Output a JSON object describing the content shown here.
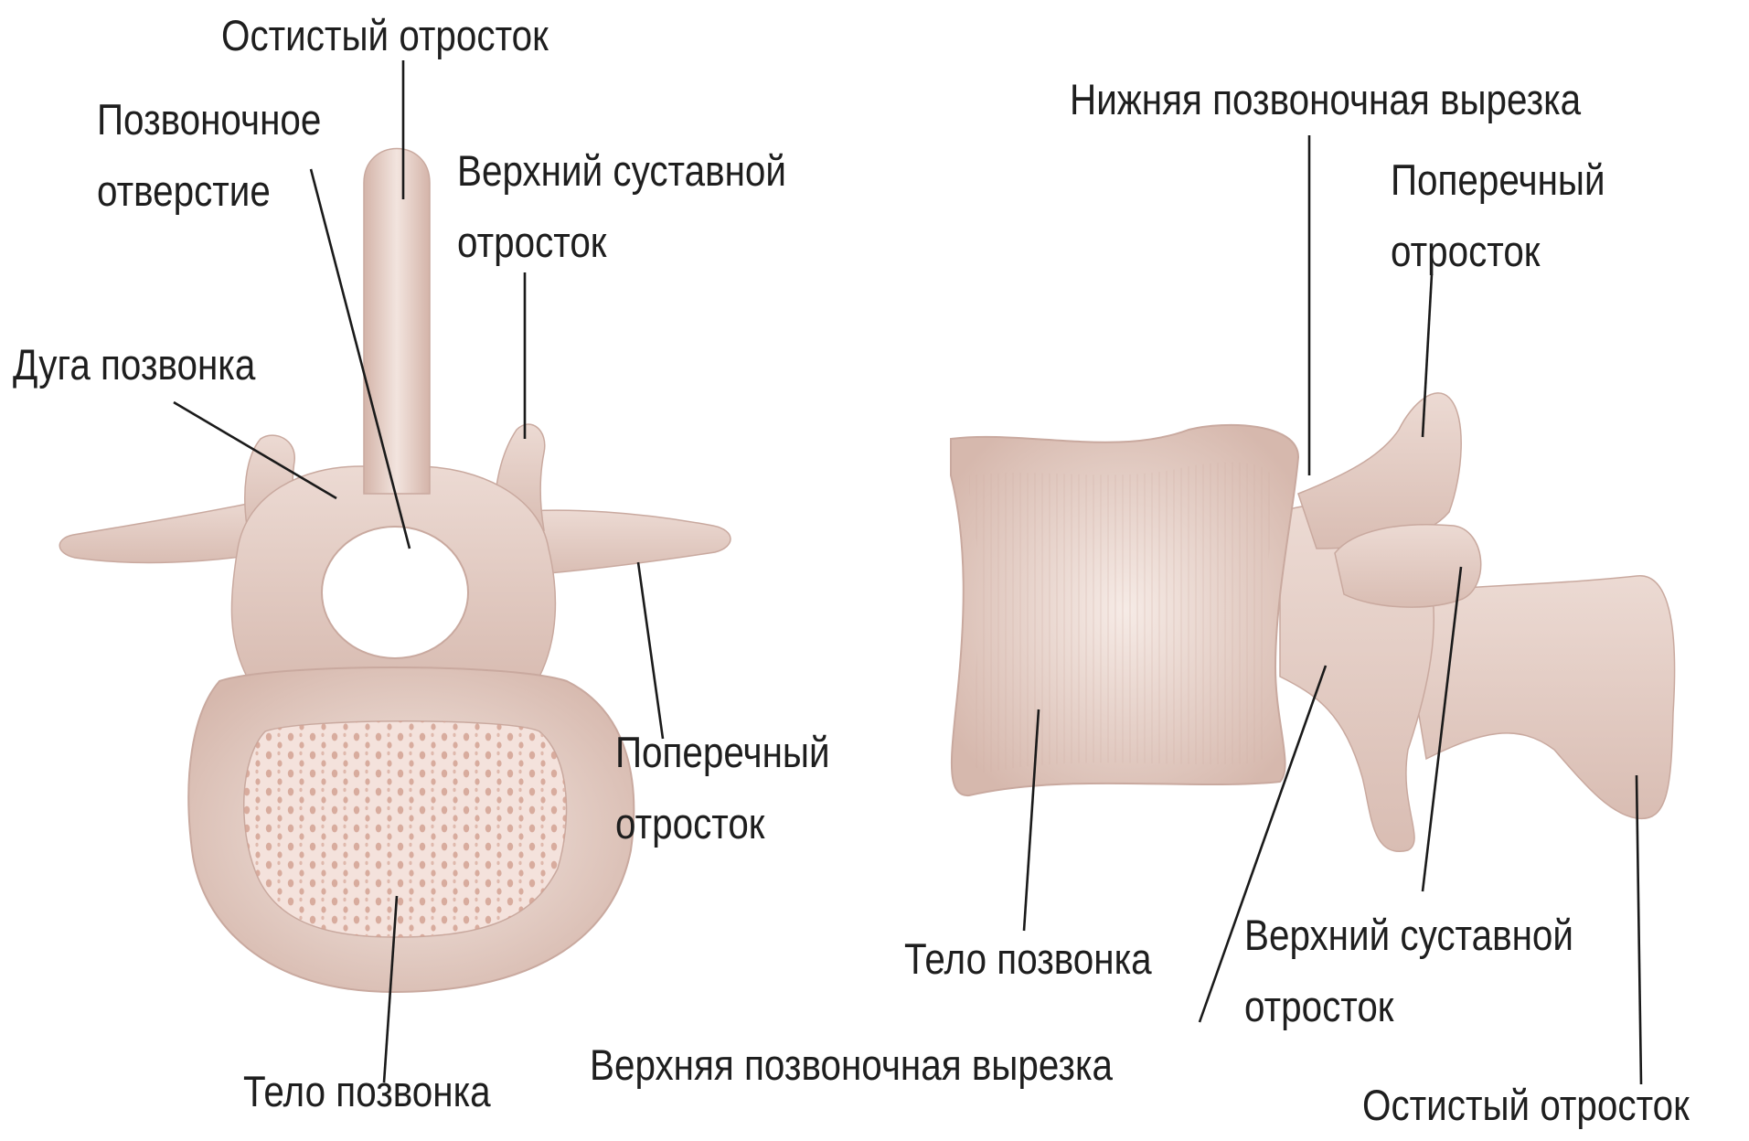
{
  "labels": {
    "left": {
      "spinous_process": "Остистый отросток",
      "vertebral_foramen_line1": "Позвоночное",
      "vertebral_foramen_line2": "отверстие",
      "superior_articular_line1": "Верхний суставной",
      "superior_articular_line2": "отросток",
      "vertebral_arch": "Дуга позвонка",
      "transverse_line1": "Поперечный",
      "transverse_line2": "отросток",
      "vertebral_body": "Тело позвонка"
    },
    "right": {
      "inferior_notch": "Нижняя позвоночная вырезка",
      "transverse_line1": "Поперечный",
      "transverse_line2": "отросток",
      "vertebral_body": "Тело позвонка",
      "superior_articular_line1": "Верхний суставной",
      "superior_articular_line2": "отросток",
      "superior_notch": "Верхняя позвоночная вырезка",
      "spinous_process": "Остистый отросток"
    }
  },
  "colors": {
    "bone": "#e3cdc5",
    "bone_shadow": "#c9a99f",
    "bone_light": "#f2e4de",
    "spongy_fill": "#f4e2dc",
    "spongy_pore": "#cf9d8d",
    "leader_line": "#1a1a1a",
    "text": "#1e1e1e"
  }
}
